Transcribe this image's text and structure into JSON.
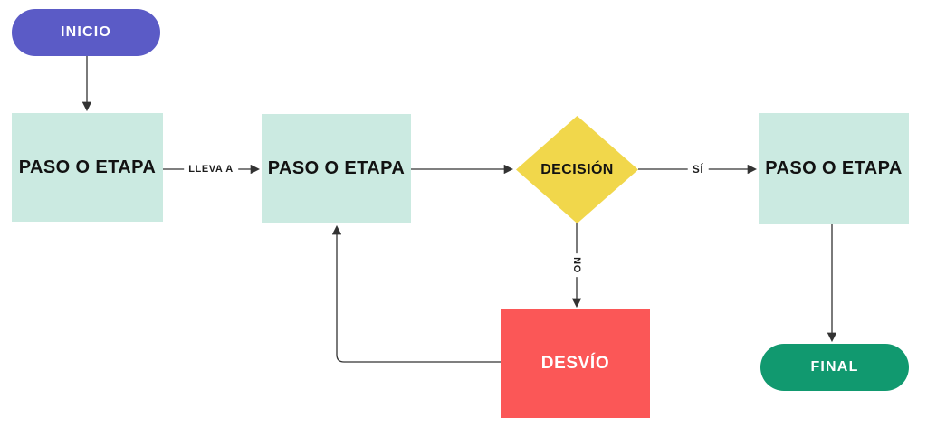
{
  "diagram": {
    "type": "flowchart",
    "language": "es",
    "background_color": "#FFFFFF",
    "line_color": "#333333",
    "nodes": {
      "inicio": {
        "label": "INICIO",
        "shape": "pill",
        "color": "#5B5BC6",
        "text_color": "#FFFFFF"
      },
      "paso1": {
        "label": "PASO O ETAPA",
        "shape": "rectangle",
        "color": "#CBEAE1",
        "text_color": "#121212"
      },
      "paso2": {
        "label": "PASO O ETAPA",
        "shape": "rectangle",
        "color": "#CBEAE1",
        "text_color": "#121212"
      },
      "decision": {
        "label": "DECISIÓN",
        "shape": "diamond",
        "color": "#F1D74B",
        "text_color": "#121212"
      },
      "paso3": {
        "label": "PASO O ETAPA",
        "shape": "rectangle",
        "color": "#CBEAE1",
        "text_color": "#121212"
      },
      "desvio": {
        "label": "DESVÍO",
        "shape": "rectangle",
        "color": "#FB5757",
        "text_color": "#FFFFFF"
      },
      "final": {
        "label": "FINAL",
        "shape": "pill",
        "color": "#11996F",
        "text_color": "#FFFFFF"
      }
    },
    "edges": [
      {
        "from": "inicio",
        "to": "paso1",
        "label": ""
      },
      {
        "from": "paso1",
        "to": "paso2",
        "label": "LLEVA A",
        "label_orientation": "horizontal"
      },
      {
        "from": "paso2",
        "to": "decision",
        "label": ""
      },
      {
        "from": "decision",
        "to": "paso3",
        "label": "SÍ",
        "label_orientation": "horizontal"
      },
      {
        "from": "decision",
        "to": "desvio",
        "label": "NO",
        "label_orientation": "vertical"
      },
      {
        "from": "desvio",
        "to": "paso2",
        "label": ""
      },
      {
        "from": "paso3",
        "to": "final",
        "label": ""
      }
    ]
  }
}
